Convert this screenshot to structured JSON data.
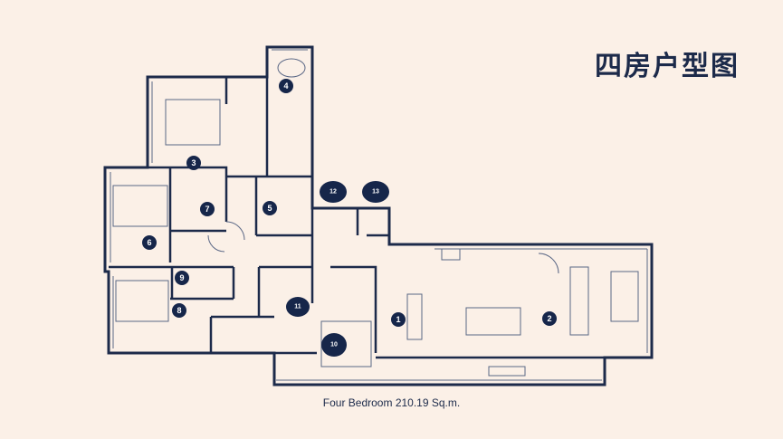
{
  "title": "四房户型图",
  "caption": "Four Bedroom 210.19 Sq.m.",
  "colors": {
    "background": "#fbf0e7",
    "wall": "#1c2a4a",
    "line": "#5a6785",
    "marker": "#16264a"
  },
  "room_markers": [
    "1",
    "2",
    "3",
    "4",
    "5",
    "6",
    "7",
    "8",
    "9",
    "10",
    "11",
    "12",
    "13"
  ]
}
